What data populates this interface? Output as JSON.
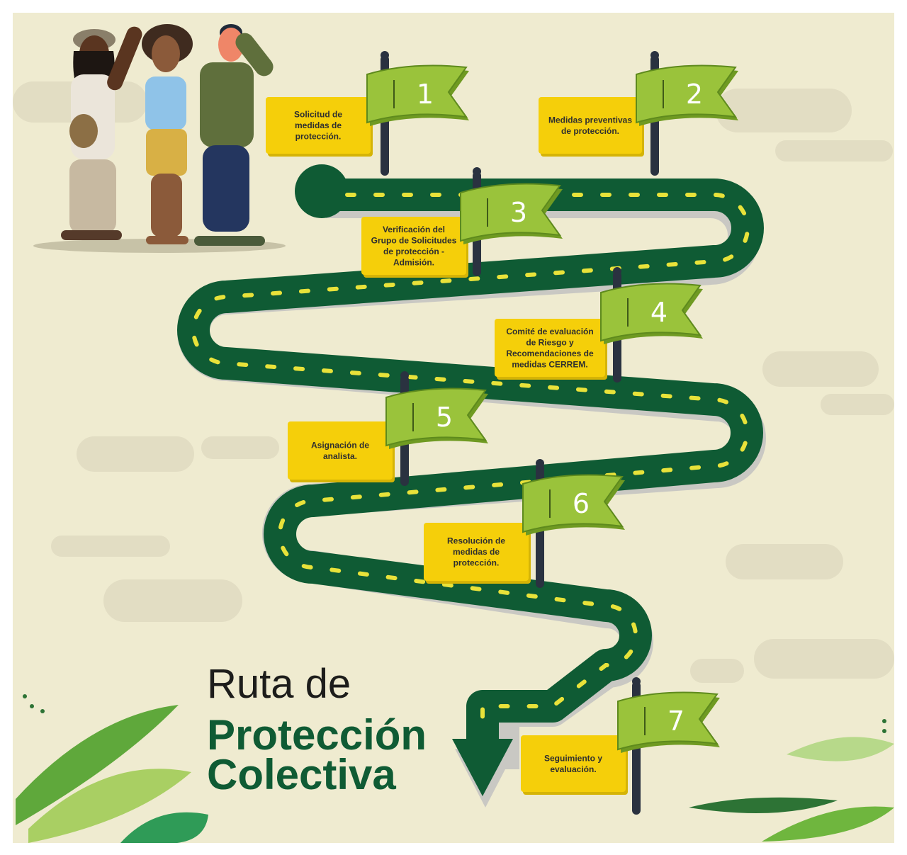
{
  "title": {
    "line1": "Ruta de",
    "line2": "Protección",
    "line3": "Colectiva"
  },
  "steps": [
    {
      "number": "1",
      "lines": [
        "Solicitud de",
        "medidas de",
        "protección."
      ]
    },
    {
      "number": "2",
      "lines": [
        "Medidas preventivas",
        "de protección."
      ]
    },
    {
      "number": "3",
      "lines": [
        "Verificación del",
        "Grupo de Solicitudes",
        "de protección -",
        "Admisión."
      ]
    },
    {
      "number": "4",
      "lines": [
        "Comité de evaluación",
        "de Riesgo y",
        "Recomendaciones de",
        "medidas CERREM."
      ]
    },
    {
      "number": "5",
      "lines": [
        "Asignación de",
        "analista."
      ]
    },
    {
      "number": "6",
      "lines": [
        "Resolución de",
        "medidas de",
        "protección."
      ]
    },
    {
      "number": "7",
      "lines": [
        "Seguimiento y",
        "evaluación."
      ]
    }
  ],
  "colors": {
    "background": "#efebd0",
    "road": "#0f5b34",
    "road_dash": "#e8e23a",
    "road_shadow": "#c9c8c3",
    "flag": "#9ac33b",
    "flag_dark": "#6f9a22",
    "box": "#f5cf0a",
    "pole": "#2a3240",
    "cloud": "#e2ddc3"
  }
}
